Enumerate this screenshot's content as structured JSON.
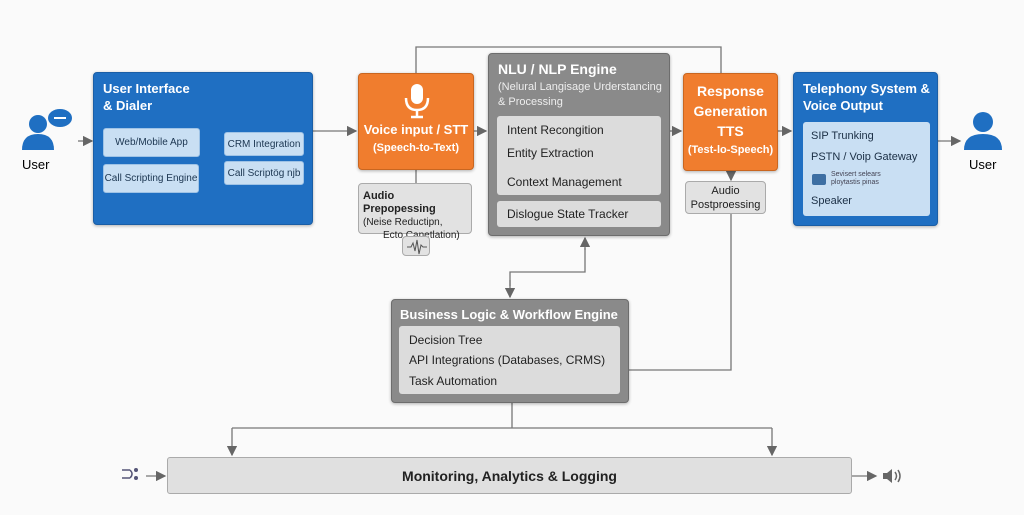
{
  "users": {
    "left": "User",
    "right": "User"
  },
  "ui_dialer": {
    "title_1": "User Interface",
    "title_2": "& Dialer",
    "items": [
      "Web/Mobile App",
      "Call Scripting Engine",
      "CRM Integration",
      "Call Scriptög njb"
    ]
  },
  "voice_input": {
    "title": "Voice input / STT",
    "subtitle": "(Speech-to-Text)"
  },
  "audio_pre": {
    "title": "Audio Prepopessing",
    "line1": "(Neise Reductipn,",
    "line2": "Ecto Canetlation)"
  },
  "nlu": {
    "title": "NLU / NLP Engine",
    "sub1": "(Nelural Langisage Urderstancing",
    "sub2": "& Processing",
    "items": [
      "Intent Recongition",
      "Entity Extraction",
      "Context Management"
    ],
    "tracker": "Dislogue State Tracker"
  },
  "response": {
    "l1": "Response",
    "l2": "Generation",
    "l3": "TTS",
    "l4": "(Test-lo-Speech)"
  },
  "audio_post": {
    "l1": "Audio",
    "l2": "Postproessing"
  },
  "telephony": {
    "title_1": "Telephony System &",
    "title_2": "Voice Output",
    "items": [
      "SIP Trunking",
      "PSTN / Voip Gateway"
    ],
    "small_1": "Sevisert selears",
    "small_2": "ploytastis pinas",
    "speaker": "Speaker"
  },
  "business": {
    "title": "Business Logic & Workflow Engine",
    "items": [
      "Decision Tree",
      "API Integrations (Databases, CRMS)",
      "Task Automation"
    ]
  },
  "monitoring": {
    "label": "Monitoring, Analytics & Logging"
  },
  "colors": {
    "blue": "#1f6fc2",
    "orange": "#f07d2e",
    "gray": "#8a8a8a"
  }
}
